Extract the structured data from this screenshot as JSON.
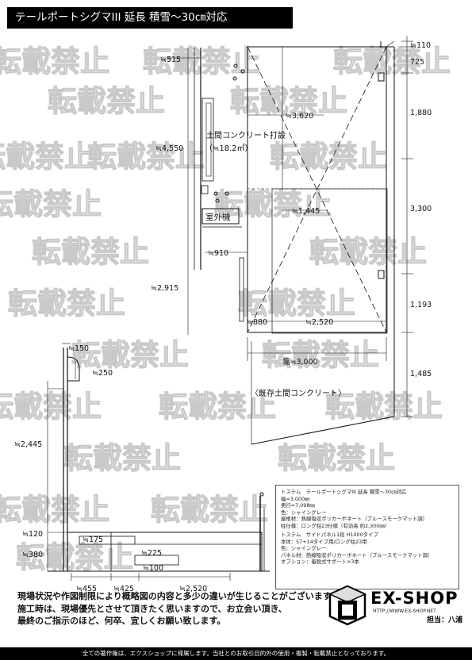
{
  "title": "テールポートシグマIII 延長 積雪～30㎝対応",
  "watermark": "転載禁止",
  "plan_labels": {
    "concrete_label": "土間コンクリート打設",
    "concrete_area": "（≒18.2㎡）",
    "ac_unit": "室外機",
    "existing_concrete": "〈既存土間コンクリート〉"
  },
  "dimensions": {
    "d515": "≒515",
    "d3620": "≒3,620",
    "d4550": "≒4,550",
    "d1445": "≒1,445",
    "d910": "≒910",
    "d2915": "≒2,915",
    "d880": "≒880",
    "d2520_top": "≒2,520",
    "width3000": "幅≒3,000",
    "d150": "≒150",
    "d250": "≒250",
    "d2445": "≒2,445",
    "d120": "≒120",
    "d175": "≒175",
    "d380": "≒380",
    "d225": "≒225",
    "d100": "≒100",
    "d455": "≒455",
    "d425": "≒425",
    "d2520_bottom": "≒2,520",
    "r110": "≒110",
    "r725": "725",
    "r1880": "1,880",
    "r3300": "3,300",
    "r1193": "1,193",
    "r1485": "1,485"
  },
  "spec": {
    "line1": "トステム　テールポートシグマIII 延長 積雪～30㎝対応",
    "line2": "幅=3,000㎜",
    "line3": "奥行=7,098㎜",
    "line4": "色：シャイングレー",
    "line5": "屋根材：熱線吸収ポリカーボネート（ブルースモークマット調）",
    "line6": "柱仕様：ロング柱23仕様（有効高 約2,300㎜）",
    "line7": "トステム　サイドパネル1段 H1000タイプ",
    "line8": "本体：57+14タイプ用/ロング柱23用",
    "line9": "色：シャイングレー",
    "line10": "パネル材：熱線吸収ポリカーボネート（ブルースモークマット調）",
    "line11": "オプション：着脱式サポート×3本"
  },
  "notes": {
    "line1": "現場状況や作図制限により概略図の内容と多少の違いが生じることがございます。",
    "line2": "施工時は、現場優先とさせて頂きたく思いますので、お立会い頂き、",
    "line3": "最終のご指示のほど、何卒、宜しくお願い致します。"
  },
  "logo": {
    "name": "EX-SHOP",
    "url": "HTTP://WWW.EX-SHOP.NET",
    "staff": "担当：八浦"
  },
  "footer": "全ての著作権は、エクスショップに帰属します。当社とのお取引目的外の使用・複製・転載禁止となっております。"
}
